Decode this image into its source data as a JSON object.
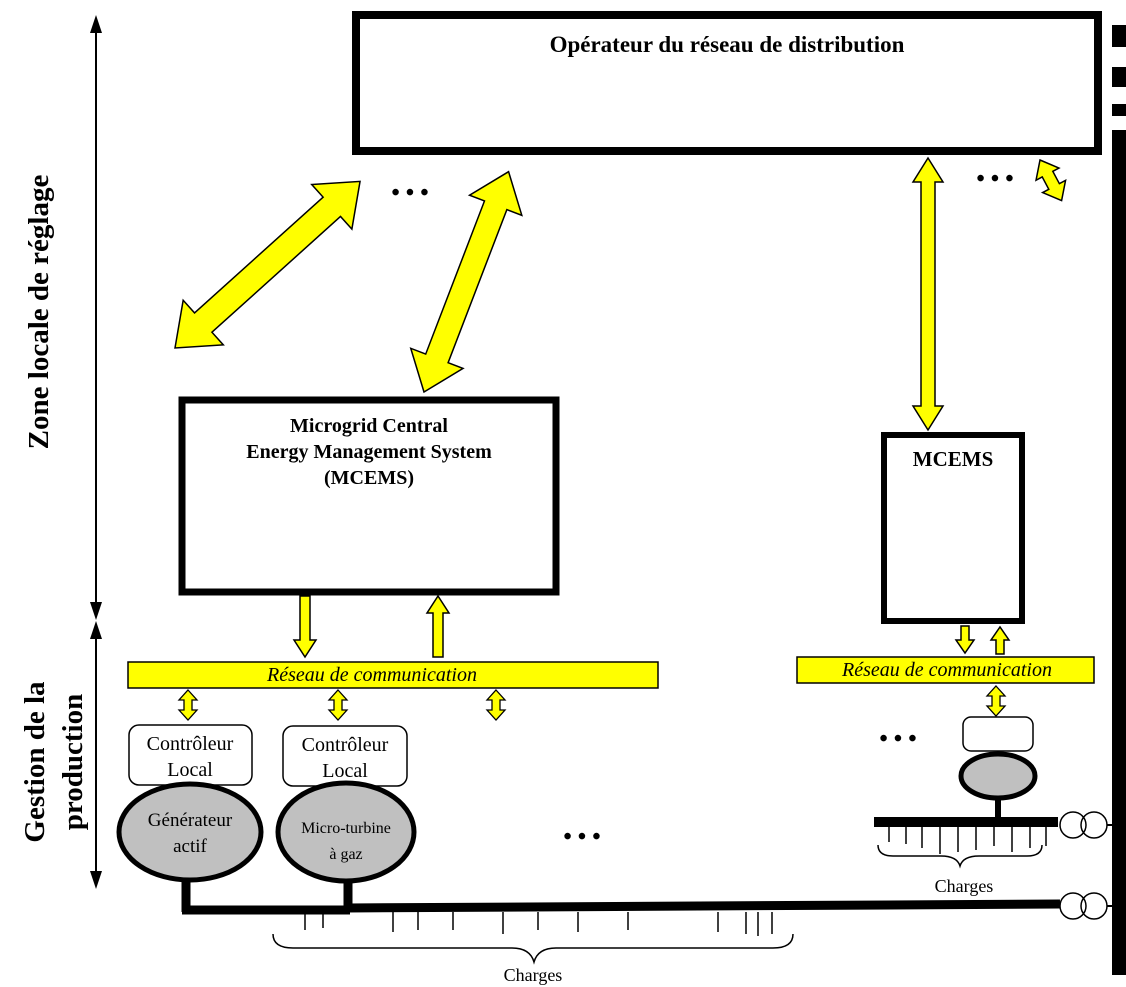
{
  "operator": {
    "title": "Opérateur du réseau de distribution"
  },
  "mcems_main": {
    "line1": "Microgrid Central",
    "line2": "Energy Management System",
    "line3": "(MCEMS)"
  },
  "mcems_right": {
    "title": "MCEMS"
  },
  "comm_bus_left": {
    "label": "Réseau de communication"
  },
  "comm_bus_right": {
    "label": "Réseau de communication"
  },
  "controllers": [
    {
      "line1": "Contrôleur",
      "line2": "Local"
    },
    {
      "line1": "Contrôleur",
      "line2": "Local"
    }
  ],
  "generators": [
    {
      "line1": "Générateur",
      "line2": "actif"
    },
    {
      "line1": "Micro-turbine",
      "line2": "à gaz"
    }
  ],
  "labels": {
    "zone_locale": "Zone locale de réglage",
    "gestion_line1": "Gestion de la",
    "gestion_line2": "production",
    "charges_bottom": "Charges",
    "charges_right": "Charges",
    "ellipsis": "• • •"
  },
  "colors": {
    "arrow_fill": "#ffff00",
    "comm_bus_fill": "#ffff00",
    "generator_fill": "#c0c0c0",
    "stroke": "#000000"
  }
}
